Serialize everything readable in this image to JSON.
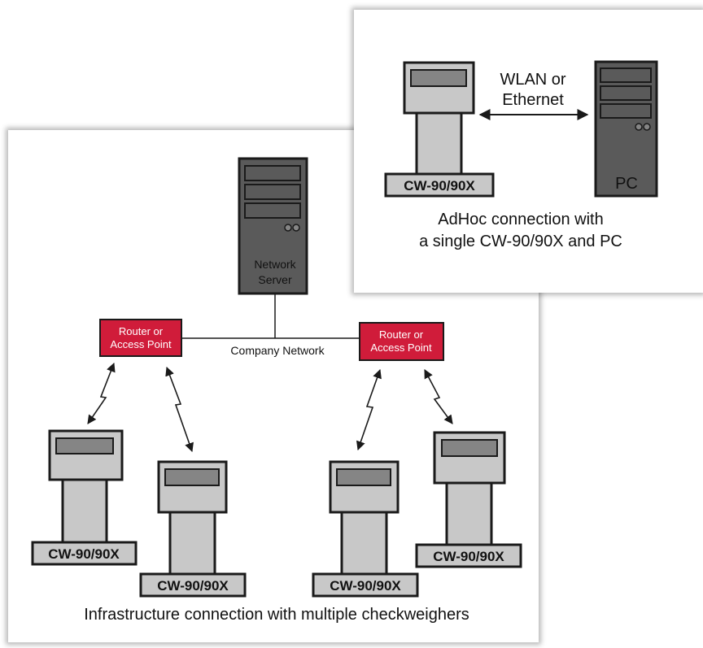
{
  "adhoc": {
    "link_label_line1": "WLAN or",
    "link_label_line2": "Ethernet",
    "device_label": "CW-90/90X",
    "pc_label": "PC",
    "caption_line1": "AdHoc connection with",
    "caption_line2": "a single CW-90/90X and PC"
  },
  "infrastructure": {
    "server_label_line1": "Network",
    "server_label_line2": "Server",
    "network_label": "Company Network",
    "router_left_line1": "Router or",
    "router_left_line2": "Access Point",
    "router_right_line1": "Router or",
    "router_right_line2": "Access Point",
    "devices": [
      "CW-90/90X",
      "CW-90/90X",
      "CW-90/90X",
      "CW-90/90X"
    ],
    "caption": "Infrastructure connection with multiple checkweighers"
  },
  "colors": {
    "router_fill": "#d01c3a",
    "device_fill": "#c8c8c8",
    "screen_fill": "#858585",
    "tower_fill": "#5a5a5a",
    "outline": "#1a1a1a"
  },
  "icons": {
    "device": "checkweigher-terminal-icon",
    "tower": "computer-tower-icon",
    "router": "router-box",
    "wireless": "lightning-wireless-arrow-icon",
    "link": "double-arrow-icon"
  }
}
